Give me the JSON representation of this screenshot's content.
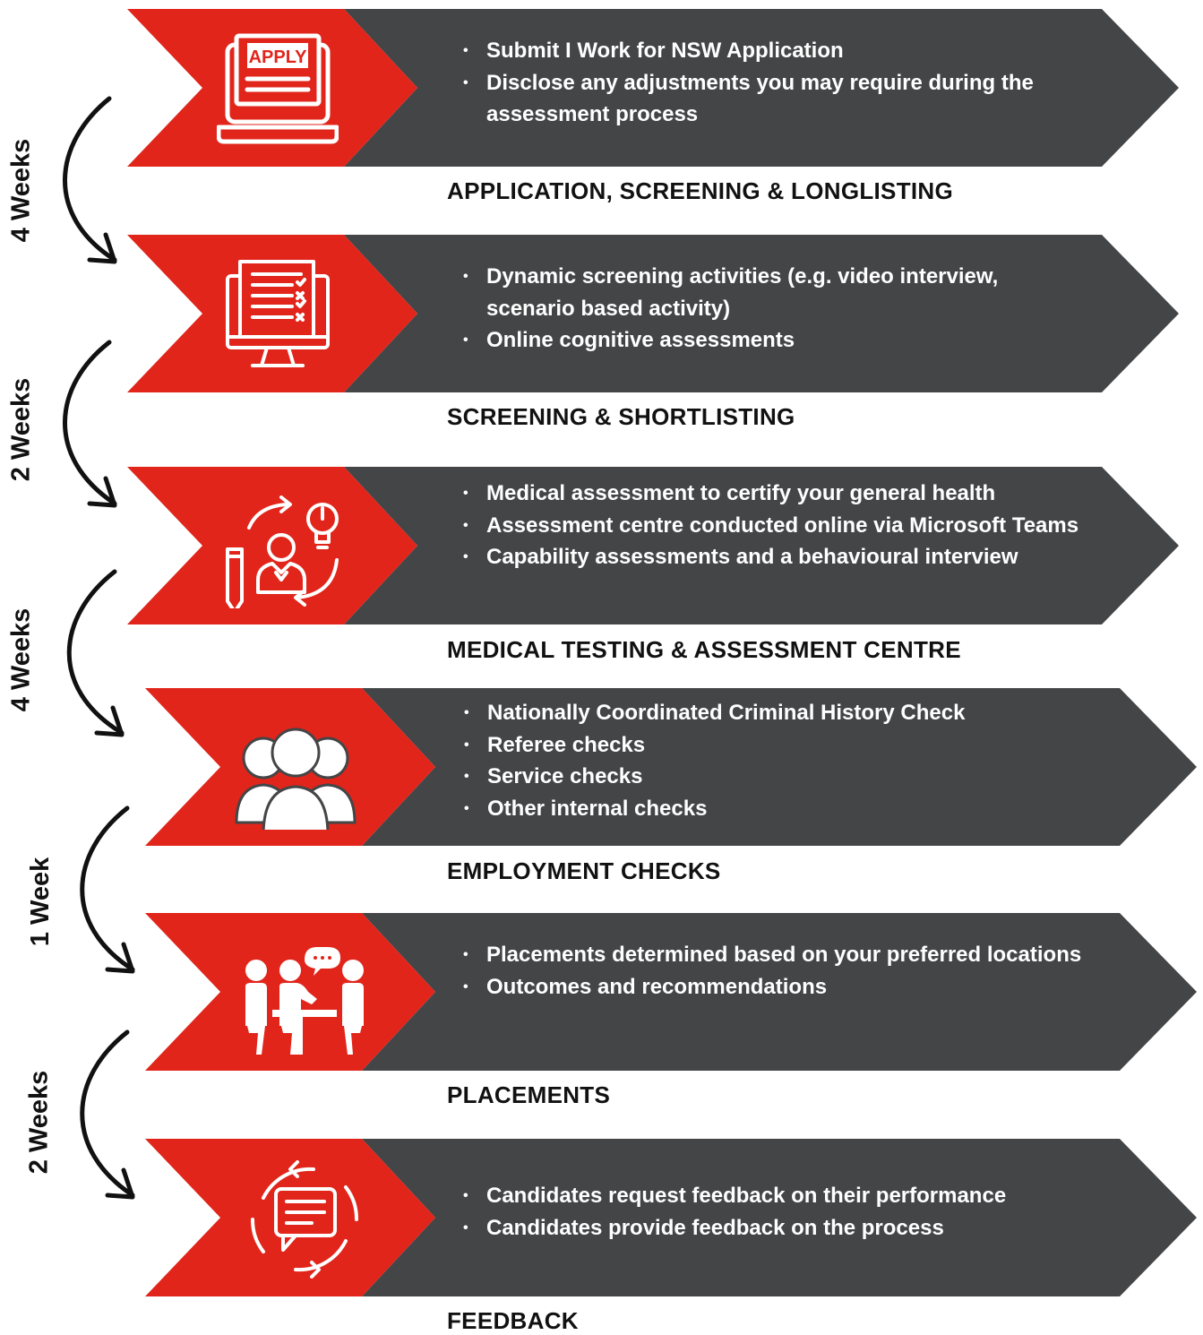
{
  "colors": {
    "red": "#e1251b",
    "dark": "#444547",
    "text": "#111111",
    "white": "#ffffff"
  },
  "stages": [
    {
      "title": "APPLICATION, SCREENING & LONGLISTING",
      "icon": "laptop-apply-icon",
      "icon_text": "APPLY",
      "bullets": [
        "Submit I Work for NSW Application",
        "Disclose any adjustments you may require during the assessment process"
      ]
    },
    {
      "title": "SCREENING & SHORTLISTING",
      "icon": "monitor-checklist-icon",
      "bullets": [
        "Dynamic screening activities (e.g. video interview, scenario based activity)",
        "Online cognitive assessments"
      ]
    },
    {
      "title": "MEDICAL TESTING & ASSESSMENT CENTRE",
      "icon": "person-idea-cycle-icon",
      "bullets": [
        "Medical assessment to certify your general health",
        "Assessment centre conducted online via Microsoft Teams",
        "Capability assessments and a behavioural interview"
      ]
    },
    {
      "title": "EMPLOYMENT CHECKS",
      "icon": "group-people-icon",
      "bullets": [
        "Nationally Coordinated Criminal History Check",
        "Referee checks",
        "Service checks",
        "Other internal checks"
      ]
    },
    {
      "title": "PLACEMENTS",
      "icon": "meeting-table-icon",
      "bullets": [
        "Placements determined based on your preferred locations",
        "Outcomes and recommendations"
      ]
    },
    {
      "title": "FEEDBACK",
      "icon": "feedback-cycle-icon",
      "bullets": [
        "Candidates request feedback on their performance",
        "Candidates provide feedback on the process"
      ]
    }
  ],
  "durations": [
    "4 Weeks",
    "2 Weeks",
    "4 Weeks",
    "1 Week",
    "2 Weeks"
  ]
}
